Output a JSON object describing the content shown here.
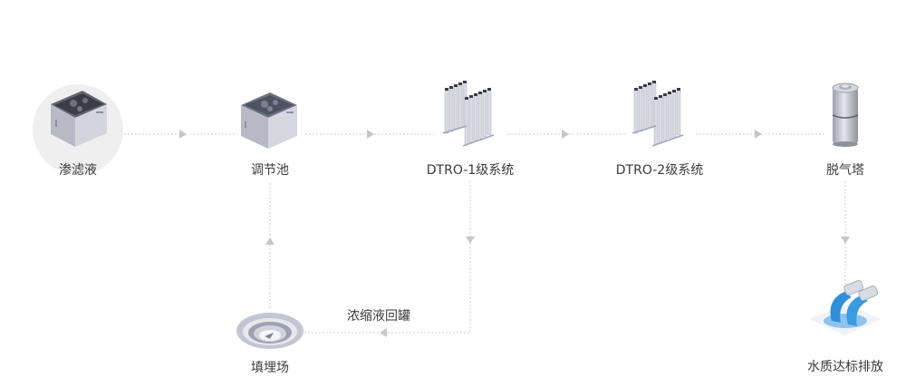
{
  "diagram": {
    "title": "",
    "colors": {
      "connector": "#c9ccd6",
      "arrow": "#c3c6d2",
      "label": "#3a3a3a",
      "water_blue": "#2f8fd8",
      "tank_gray": "#c8cbd6",
      "highlight_circle": "#efefef"
    },
    "nodes": [
      {
        "id": "leachate",
        "label": "渗滤液",
        "icon": "tank-dark-liquid-icon",
        "highlighted": true
      },
      {
        "id": "equalization",
        "label": "调节池",
        "icon": "tank-liquid-icon"
      },
      {
        "id": "dtro1",
        "label": "DTRO-1级系统",
        "icon": "membrane-module-rack-icon"
      },
      {
        "id": "dtro2",
        "label": "DTRO-2级系统",
        "icon": "membrane-module-rack-icon"
      },
      {
        "id": "degassing",
        "label": "脱气塔",
        "icon": "cylinder-tower-icon"
      },
      {
        "id": "discharge",
        "label": "水质达标排放",
        "icon": "water-discharge-pipes-icon"
      },
      {
        "id": "landfill",
        "label": "填埋场",
        "icon": "landfill-pit-icon"
      }
    ],
    "edges": [
      {
        "from": "leachate",
        "to": "equalization",
        "label": ""
      },
      {
        "from": "equalization",
        "to": "dtro1",
        "label": ""
      },
      {
        "from": "dtro1",
        "to": "dtro2",
        "label": ""
      },
      {
        "from": "dtro2",
        "to": "degassing",
        "label": ""
      },
      {
        "from": "degassing",
        "to": "discharge",
        "label": ""
      },
      {
        "from": "dtro1",
        "to": "landfill",
        "label": "浓缩液回罐"
      },
      {
        "from": "landfill",
        "to": "equalization",
        "label": ""
      }
    ]
  }
}
